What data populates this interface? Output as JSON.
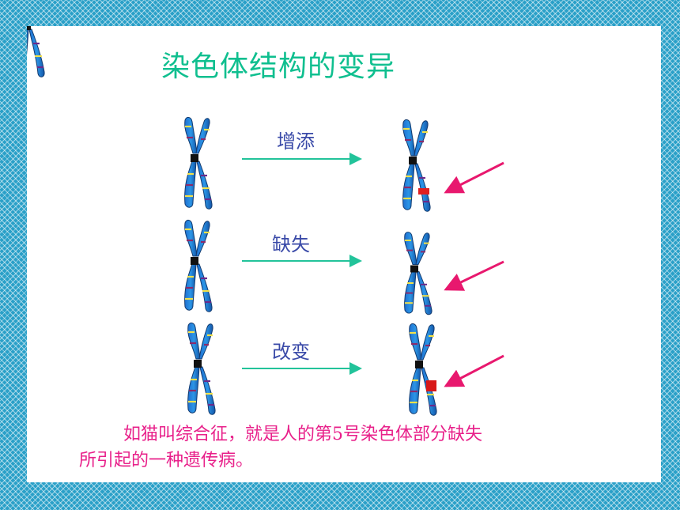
{
  "slide": {
    "title": "染色体结构的变异",
    "rows": [
      {
        "label": "增添"
      },
      {
        "label": "缺失"
      },
      {
        "label": "改变"
      }
    ],
    "caption_line1": "如猫叫综合征，就是人的第5号染色体部分缺失",
    "caption_line2": "所引起的一种遗传病。"
  },
  "colors": {
    "title": "#0fbf8f",
    "label": "#3a4aa8",
    "arrow": "#22c39a",
    "pointer": "#e8186e",
    "caption": "#e8208a"
  }
}
